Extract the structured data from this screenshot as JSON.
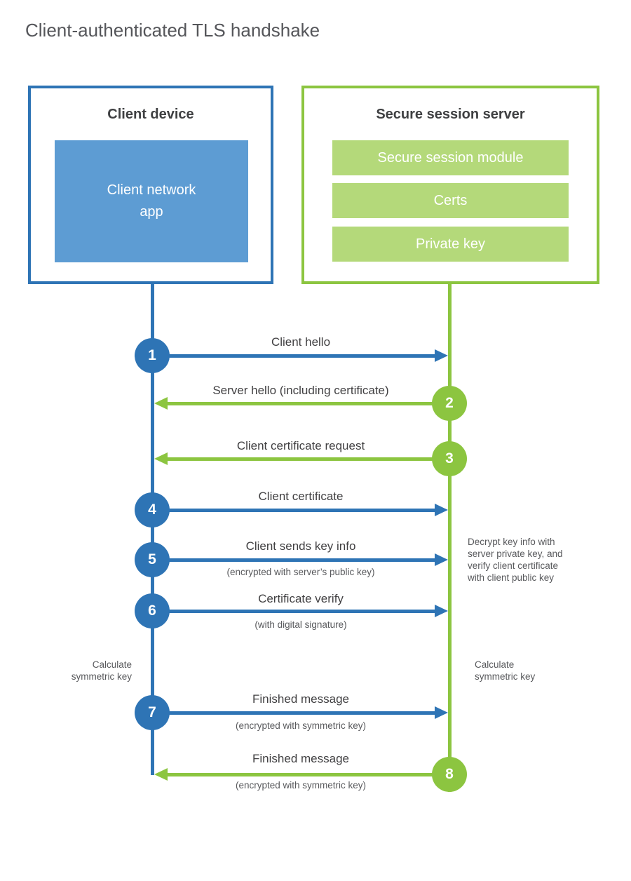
{
  "title": "Client-authenticated TLS handshake",
  "colors": {
    "blue": "#2E74B5",
    "blue_fill": "#5D9CD3",
    "green": "#8CC540",
    "green_fill": "#B4D97A",
    "heading_text": "#3F4042",
    "body_text": "#414042",
    "muted_text": "#58595C",
    "title_text": "#55565A"
  },
  "client_box": {
    "title": "Client device",
    "app_lines": [
      "Client network",
      "app"
    ]
  },
  "server_box": {
    "title": "Secure session server",
    "modules": [
      "Secure session module",
      "Certs",
      "Private key"
    ]
  },
  "messages": [
    {
      "num": "1",
      "label": "Client hello",
      "sublabel": "",
      "direction": "client-to-server",
      "color": "blue"
    },
    {
      "num": "2",
      "label": "Server hello (including certificate)",
      "sublabel": "",
      "direction": "server-to-client",
      "color": "green"
    },
    {
      "num": "3",
      "label": "Client certificate request",
      "sublabel": "",
      "direction": "server-to-client",
      "color": "green"
    },
    {
      "num": "4",
      "label": "Client certificate",
      "sublabel": "",
      "direction": "client-to-server",
      "color": "blue"
    },
    {
      "num": "5",
      "label": "Client sends key info",
      "sublabel": "(encrypted with server’s public key)",
      "direction": "client-to-server",
      "color": "blue"
    },
    {
      "num": "6",
      "label": "Certificate verify",
      "sublabel": "(with digital signature)",
      "direction": "client-to-server",
      "color": "blue"
    },
    {
      "num": "7",
      "label": "Finished message",
      "sublabel": "(encrypted with symmetric key)",
      "direction": "client-to-server",
      "color": "blue"
    },
    {
      "num": "8",
      "label": "Finished message",
      "sublabel": "(encrypted with symmetric key)",
      "direction": "server-to-client",
      "color": "green"
    }
  ],
  "annotations": {
    "decrypt_lines": [
      "Decrypt key info with",
      "server private key, and",
      "verify client certificate",
      "with client public key"
    ],
    "calculate_lines": [
      "Calculate",
      "symmetric key"
    ]
  }
}
